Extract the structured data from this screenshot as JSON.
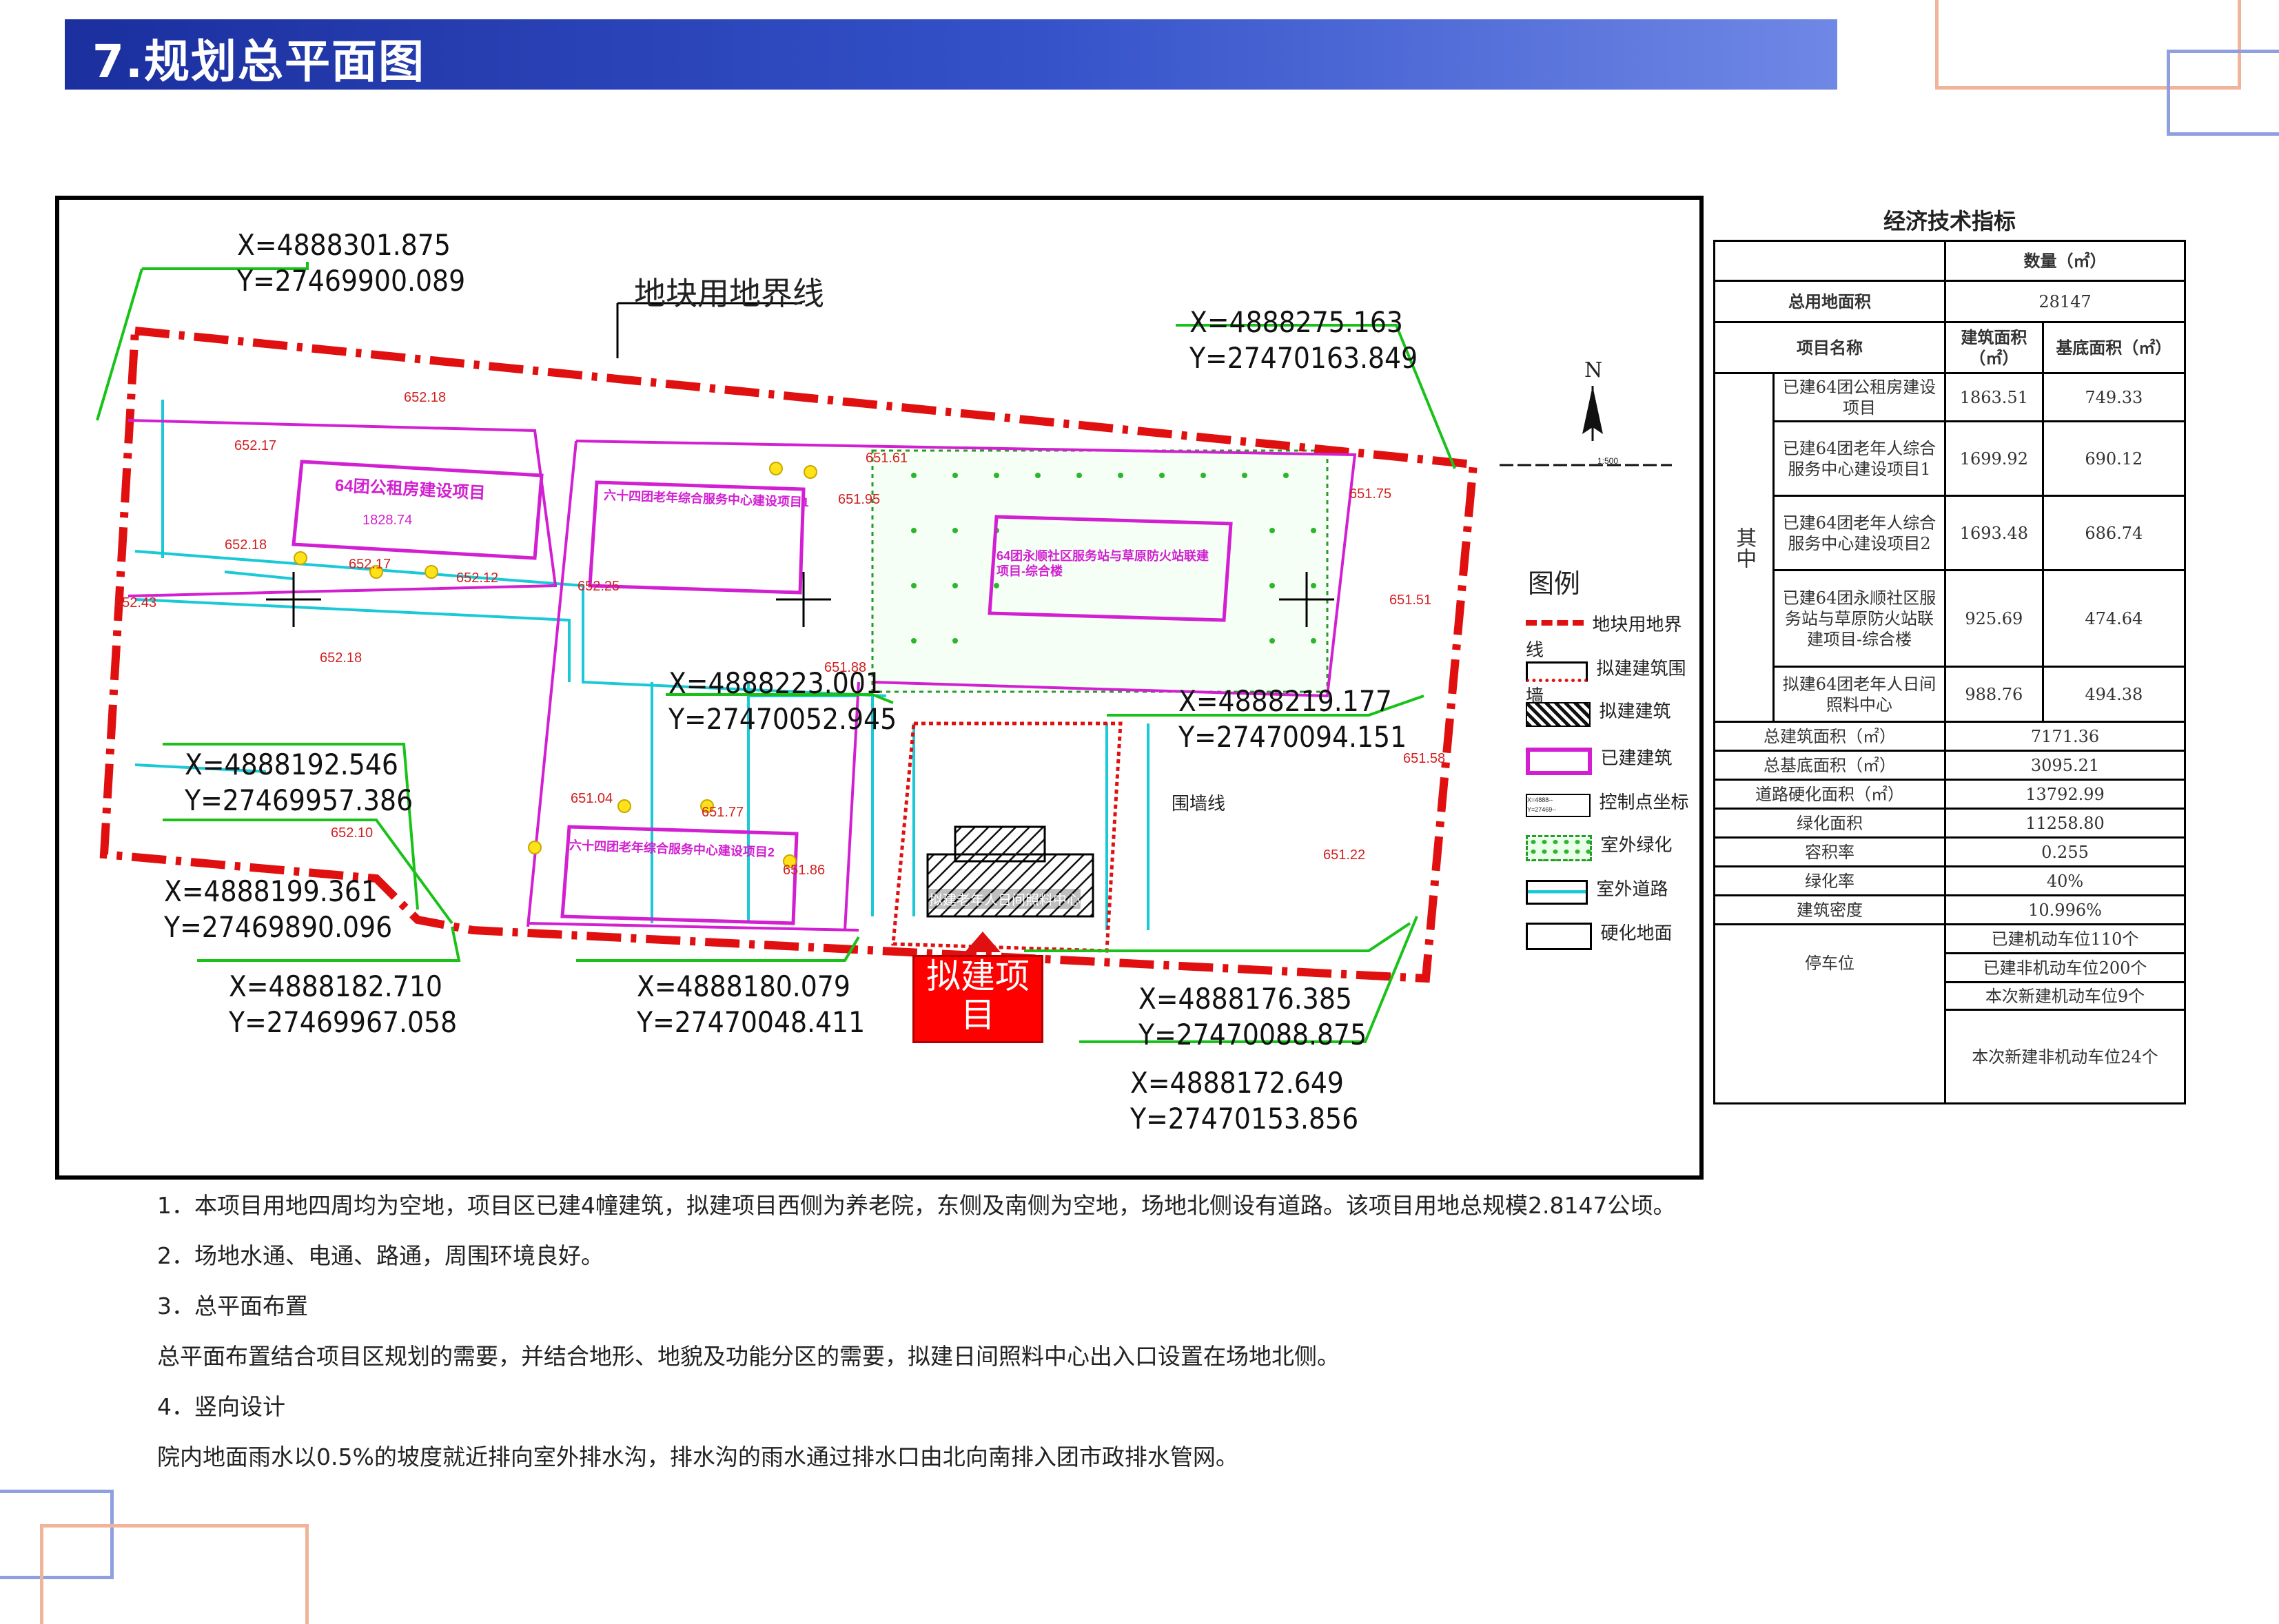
{
  "header": {
    "title": "7.规划总平面图"
  },
  "map": {
    "boundary_label": "地块用地界线",
    "wall_label": "围墙线",
    "north_label": "N",
    "scale_label": "1:500",
    "coords": [
      {
        "x": "X=4888301.875",
        "y": "Y=27469900.089"
      },
      {
        "x": "X=4888275.163",
        "y": "Y=27470163.849"
      },
      {
        "x": "X=4888223.001",
        "y": "Y=27470052.945"
      },
      {
        "x": "X=4888219.177",
        "y": "Y=27470094.151"
      },
      {
        "x": "X=4888192.546",
        "y": "Y=27469957.386"
      },
      {
        "x": "X=4888199.361",
        "y": "Y=27469890.096"
      },
      {
        "x": "X=4888182.710",
        "y": "Y=27469967.058"
      },
      {
        "x": "X=4888180.079",
        "y": "Y=27470048.411"
      },
      {
        "x": "X=4888176.385",
        "y": "Y=27470088.875"
      },
      {
        "x": "X=4888172.649",
        "y": "Y=27470153.856"
      }
    ],
    "elevations": [
      "652.18",
      "652.17",
      "652.18",
      "652.17",
      "652.12",
      "652.25",
      "652.18",
      "652.10",
      "651.61",
      "651.75",
      "651.51",
      "651.95",
      "651.86",
      "651.22",
      "651.04",
      "651.77",
      "651.88",
      "651.58",
      "652.43"
    ],
    "building_labels": [
      "64团公租房建设项目",
      "1828.74",
      "六十四团老年综合服务中心建设项目1",
      "64团永顺社区服务站与草原防火站联建项目-综合楼",
      "六十四团老年综合服务中心建设项目2",
      "拟建老年人日间照料中心"
    ],
    "project_label": "拟建项目",
    "legend_title": "图例",
    "legend": [
      {
        "label": "地块用地界线"
      },
      {
        "label": "拟建建筑围墙"
      },
      {
        "label": "拟建建筑"
      },
      {
        "label": "已建建筑"
      },
      {
        "label": "控制点坐标"
      },
      {
        "label": "室外绿化"
      },
      {
        "label": "室外道路"
      },
      {
        "label": "硬化地面"
      }
    ]
  },
  "table": {
    "title": "经济技术指标",
    "qty_header": "数量（㎡）",
    "total_land_label": "总用地面积",
    "total_land_value": "28147",
    "name_header": "项目名称",
    "build_area_header": "建筑面积（㎡）",
    "base_area_header": "基底面积（㎡）",
    "group_label": "其中",
    "projects": [
      {
        "name": "已建64团公租房建设项目",
        "build": "1863.51",
        "base": "749.33"
      },
      {
        "name": "已建64团老年人综合服务中心建设项目1",
        "build": "1699.92",
        "base": "690.12"
      },
      {
        "name": "已建64团老年人综合服务中心建设项目2",
        "build": "1693.48",
        "base": "686.74"
      },
      {
        "name": "已建64团永顺社区服务站与草原防火站联建项目-综合楼",
        "build": "925.69",
        "base": "474.64"
      },
      {
        "name": "拟建64团老年人日间照料中心",
        "build": "988.76",
        "base": "494.38"
      }
    ],
    "summary": [
      {
        "label": "总建筑面积（㎡）",
        "value": "7171.36"
      },
      {
        "label": "总基底面积（㎡）",
        "value": "3095.21"
      },
      {
        "label": "道路硬化面积（㎡）",
        "value": "13792.99"
      },
      {
        "label": "绿化面积",
        "value": "11258.80"
      },
      {
        "label": "容积率",
        "value": "0.255"
      },
      {
        "label": "绿化率",
        "value": "40%"
      },
      {
        "label": "建筑密度",
        "value": "10.996%"
      }
    ],
    "parking_label": "停车位",
    "parking": [
      "已建机动车位110个",
      "已建非机动车位200个",
      "本次新建机动车位9个",
      "本次新建非机动车位24个"
    ]
  },
  "notes": [
    "1．本项目用地四周均为空地，项目区已建4幢建筑，拟建项目西侧为养老院，东侧及南侧为空地，场地北侧设有道路。该项目用地总规模2.8147公顷。",
    "2．场地水通、电通、路通，周围环境良好。",
    "3．总平面布置",
    "总平面布置结合项目区规划的需要，并结合地形、地貌及功能分区的需要，拟建日间照料中心出入口设置在场地北侧。",
    "4．竖向设计",
    "院内地面雨水以0.5%的坡度就近排向室外排水沟，排水沟的雨水通过排水口由北向南排入团市政排水管网。"
  ]
}
